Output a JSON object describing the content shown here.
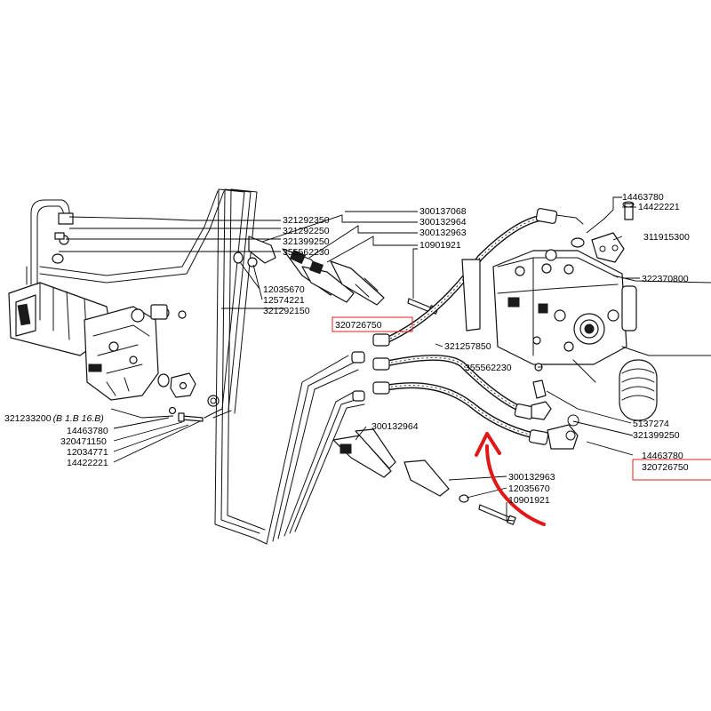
{
  "colors": {
    "line": "#000000",
    "highlight_box": "#d92020",
    "arrow": "#e01818",
    "background": "#ffffff"
  },
  "labels": {
    "l321292350": "321292350",
    "l321292250": "321292250",
    "l321399250a": "321399250",
    "l355562230a": "355562230",
    "l12035670a": "12035670",
    "l12574221": "12574221",
    "l321292150": "321292150",
    "l321233200": "321233200",
    "l321233200_note": "(B 1.B 16.B)",
    "l14463780a": "14463780",
    "l320471150": "320471150",
    "l12034771": "12034771",
    "l14422221a": "14422221",
    "l300137068": "300137068",
    "l300132964a": "300132964",
    "l300132963a": "300132963",
    "l10901921a": "10901921",
    "l320726750a": "320726750",
    "l321257850": "321257850",
    "l355562230b": "355562230",
    "l14463780b": "14463780",
    "l14422221b": "14422221",
    "l311915300": "311915300",
    "l322370800": "322370800",
    "l5137274": "5137274",
    "l321399250b": "321399250",
    "l14463780c": "14463780",
    "l320726750b": "320726750",
    "l300132964b": "300132964",
    "l300132963b": "300132963",
    "l12035670b": "12035670",
    "l10901921b": "10901921"
  },
  "highlighted_parts": [
    "320726750"
  ],
  "annotation": {
    "type": "arrow",
    "color": "#e01818"
  }
}
